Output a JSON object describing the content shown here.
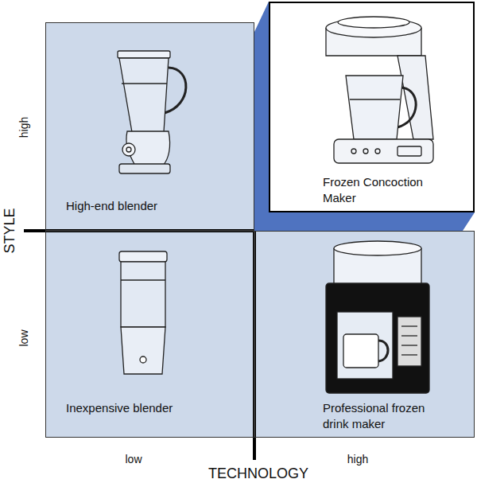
{
  "diagram": {
    "nodes": [
      {
        "text": [
          "High-end blender"
        ]
      },
      {
        "text": [
          "Frozen Concoction Maker"
        ]
      },
      {
        "text": [
          "Inexpensive blender"
        ]
      },
      {
        "text": [
          "Professional frozen drink maker"
        ]
      }
    ],
    "labels": [
      "high",
      "STYLE",
      "low",
      "low",
      "TECHNOLOGY",
      "high"
    ]
  }
}
